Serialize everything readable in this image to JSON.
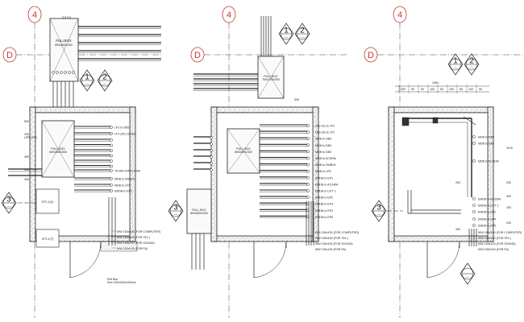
{
  "grid": {
    "col_label": "4",
    "row_label": "D"
  },
  "section_marks": {
    "one": "1",
    "two": "2",
    "three": "3",
    "dash": "—"
  },
  "panel1": {
    "pullbox_top": "PULLBOX",
    "pullbox_top_sub": "800x800x300",
    "pullbox_mid": "PULL BOX",
    "pullbox_mid_sub": "800x800x300",
    "side_labels": [
      "500",
      "200",
      "LPR 1000",
      "300",
      "300",
      "300"
    ],
    "box_labels": [
      "CP1-1(V)",
      "CP1-1(T)"
    ],
    "cable_labels": [
      "LP1 to DB3",
      "LP1 (AC) to DB3",
      "TR.800 kVA to MDB",
      "MDB to SWBH1",
      "MDB to LPS",
      "EMDB to EP1"
    ],
    "lower_labels": [
      "WW 150x100 (FOR COMPUTER)",
      "WW 150x100 (FOR TEL.)",
      "WW 150x100 (FOR SOUND)",
      "WW 150x100 (FOR FA)"
    ],
    "footer": "Pull Box",
    "footer_sub": "Size 200x200x150mm"
  },
  "panel2": {
    "pullbox_top": "PULL BOX",
    "pullbox_top_sub": "700x700x300",
    "pullbox_mid": "PULL BOX",
    "pullbox_mid_sub": "800x800x300",
    "pullbox_low": "PULL BOX",
    "pullbox_low_sub": "800x800x300",
    "dim": "300",
    "cable_labels": [
      "DB2 (A) to LP1",
      "DB2 (A) to LP1",
      "MDB to DB5",
      "MDB to DB4",
      "MDB to DB3",
      "MDB to ACSDM",
      "MDB to SWBH1",
      "MDB to LPS",
      "EMDB to EP1",
      "EMDB to ACSDM",
      "EMDB to LIFT 1",
      "EMDB to EP2",
      "EMDB to EP3",
      "EMDB to EP4",
      "EMDB to EP5"
    ],
    "lower_labels": [
      "WW 150x100 (FOR COMPUTER)",
      "WW 150x100 (FOR TEL.)",
      "WW 150x100 (FOR SOUND)",
      "WW 150x100 (FOR FA)"
    ]
  },
  "panel3": {
    "top_dims": [
      "300",
      "50",
      "50",
      "100",
      "50",
      "100",
      "50",
      "100",
      "50"
    ],
    "top_total": "1050",
    "right_dims": [
      "1100",
      "200",
      "300",
      "100",
      "200"
    ],
    "cable_labels": [
      "MDB to DB5",
      "MDB to DB3",
      "MDB to ACSDM",
      "EMDB to ACSDM",
      "EMDB to LIFT 1",
      "EMDB to EP2",
      "EMDB to EP4",
      "EMDB to EP5"
    ],
    "lower_labels": [
      "WW 150x100 (FOR COMPUTER)",
      "WW 150x100 (FOR TEL.)",
      "WW 150x100 (FOR SOUND)",
      "WW 150x100 (FOR FA)"
    ],
    "left_dims": [
      "200",
      "300"
    ]
  },
  "colors": {
    "grid_bubble": "#c0392b",
    "line": "#222222",
    "hatch": "#888888"
  }
}
